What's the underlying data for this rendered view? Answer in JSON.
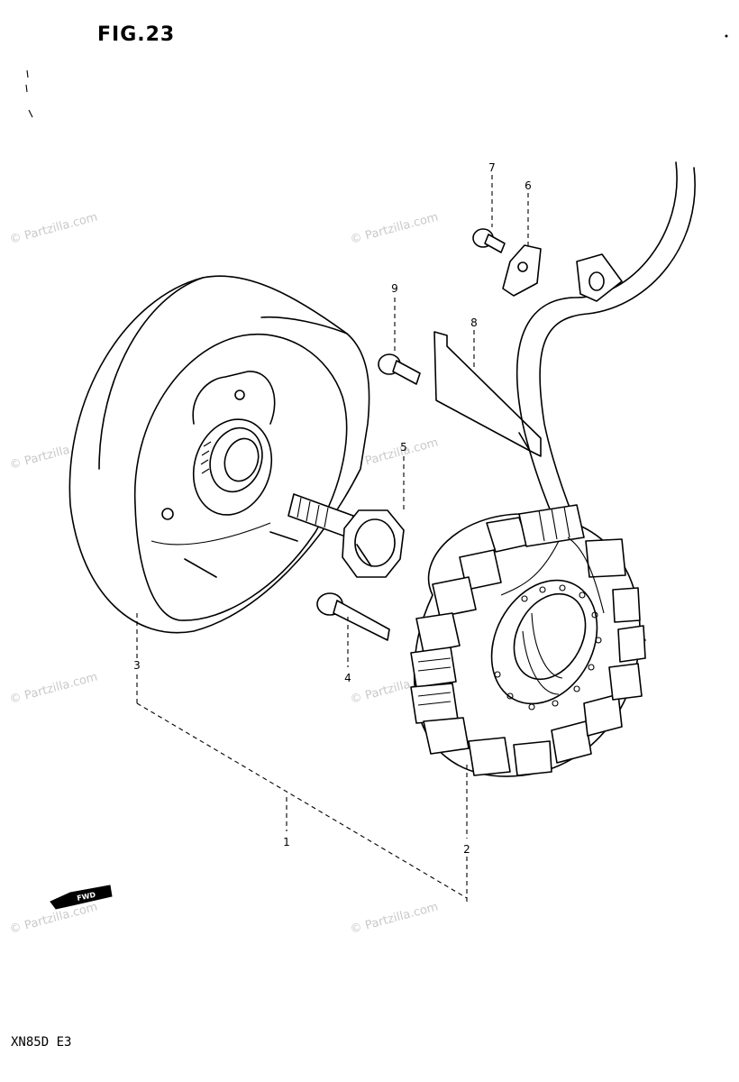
{
  "figure_title": "FIG.23",
  "model_code": "XN85D E3",
  "watermark_text": "© Partzilla.com",
  "fwd_label": "FWD",
  "callouts": [
    "1",
    "2",
    "3",
    "4",
    "5",
    "6",
    "7",
    "8",
    "9"
  ]
}
